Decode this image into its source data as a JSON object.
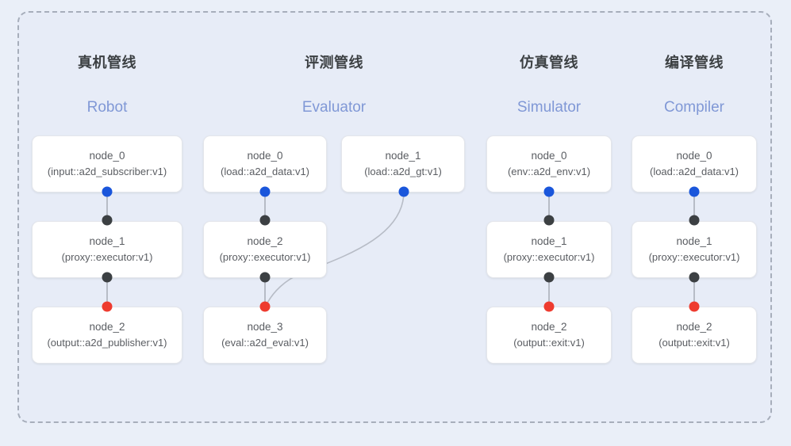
{
  "diagram": {
    "background_color": "#eaeff8",
    "panel_color": "#e7ecf7",
    "panel_border_color": "#a7aebb",
    "node_fill": "#ffffff",
    "node_border": "#e4e6eb",
    "edge_color": "#b7bcc6",
    "dot_colors": {
      "input": "#1a56db",
      "middle": "#3c4043",
      "output": "#ee3b2f"
    },
    "title_color": "#3c4043",
    "subtitle_color": "#8098d6"
  },
  "columns": [
    {
      "title": "真机管线",
      "subtitle": "Robot",
      "nodes": [
        {
          "id": "node_0",
          "type": "(input::a2d_subscriber:v1)"
        },
        {
          "id": "node_1",
          "type": "(proxy::executor:v1)"
        },
        {
          "id": "node_2",
          "type": "(output::a2d_publisher:v1)"
        }
      ]
    },
    {
      "title": "评测管线",
      "subtitle": "Evaluator",
      "nodes": [
        {
          "id": "node_0",
          "type": "(load::a2d_data:v1)"
        },
        {
          "id": "node_1",
          "type": "(load::a2d_gt:v1)"
        },
        {
          "id": "node_2",
          "type": "(proxy::executor:v1)"
        },
        {
          "id": "node_3",
          "type": "(eval::a2d_eval:v1)"
        }
      ]
    },
    {
      "title": "仿真管线",
      "subtitle": "Simulator",
      "nodes": [
        {
          "id": "node_0",
          "type": "(env::a2d_env:v1)"
        },
        {
          "id": "node_1",
          "type": "(proxy::executor:v1)"
        },
        {
          "id": "node_2",
          "type": "(output::exit:v1)"
        }
      ]
    },
    {
      "title": "编译管线",
      "subtitle": "Compiler",
      "nodes": [
        {
          "id": "node_0",
          "type": "(load::a2d_data:v1)"
        },
        {
          "id": "node_1",
          "type": "(proxy::executor:v1)"
        },
        {
          "id": "node_2",
          "type": "(output::exit:v1)"
        }
      ]
    }
  ]
}
